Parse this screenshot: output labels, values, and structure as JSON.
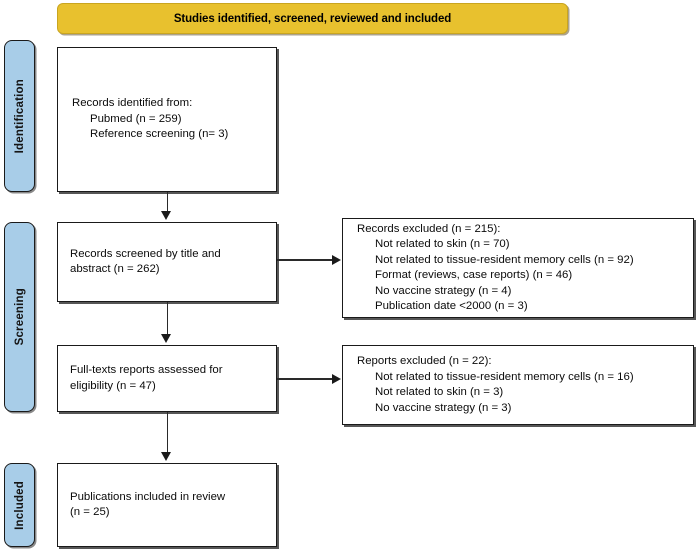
{
  "banner": {
    "title": "Studies identified, screened, reviewed and included",
    "color": "#e8c12e"
  },
  "stages": {
    "identification": "Identification",
    "screening": "Screening",
    "included": "Included",
    "color": "#a8cde8"
  },
  "boxes": {
    "identified": {
      "name": "records-identified",
      "lines": [
        {
          "text": "Records identified from:",
          "indent": false
        },
        {
          "text": "Pubmed (n = 259)",
          "indent": true
        },
        {
          "text": "Reference screening (n= 3)",
          "indent": true
        }
      ]
    },
    "screened": {
      "name": "records-screened",
      "lines": [
        {
          "text": "Records screened by title and",
          "indent": false
        },
        {
          "text": "abstract (n = 262)",
          "indent": false
        }
      ]
    },
    "fulltext": {
      "name": "full-texts-assessed",
      "lines": [
        {
          "text": "Full-texts reports assessed for",
          "indent": false
        },
        {
          "text": "eligibility (n = 47)",
          "indent": false
        }
      ]
    },
    "included": {
      "name": "publications-included",
      "lines": [
        {
          "text": "Publications included in review",
          "indent": false
        },
        {
          "text": "(n = 25)",
          "indent": false
        }
      ]
    },
    "records_excluded": {
      "name": "records-excluded",
      "lines": [
        {
          "text": "Records excluded (n = 215):",
          "indent": false
        },
        {
          "text": "Not related to skin (n = 70)",
          "indent": true
        },
        {
          "text": "Not related to tissue-resident memory cells (n = 92)",
          "indent": true
        },
        {
          "text": "Format (reviews, case reports) (n = 46)",
          "indent": true
        },
        {
          "text": "No vaccine strategy (n = 4)",
          "indent": true
        },
        {
          "text": "Publication date <2000 (n = 3)",
          "indent": true
        }
      ]
    },
    "reports_excluded": {
      "name": "reports-excluded",
      "lines": [
        {
          "text": "Reports excluded (n = 22):",
          "indent": false
        },
        {
          "text": "Not related to tissue-resident memory cells (n = 16)",
          "indent": true
        },
        {
          "text": "Not related to skin (n = 3)",
          "indent": true
        },
        {
          "text": "No vaccine strategy (n = 3)",
          "indent": true
        }
      ]
    }
  }
}
